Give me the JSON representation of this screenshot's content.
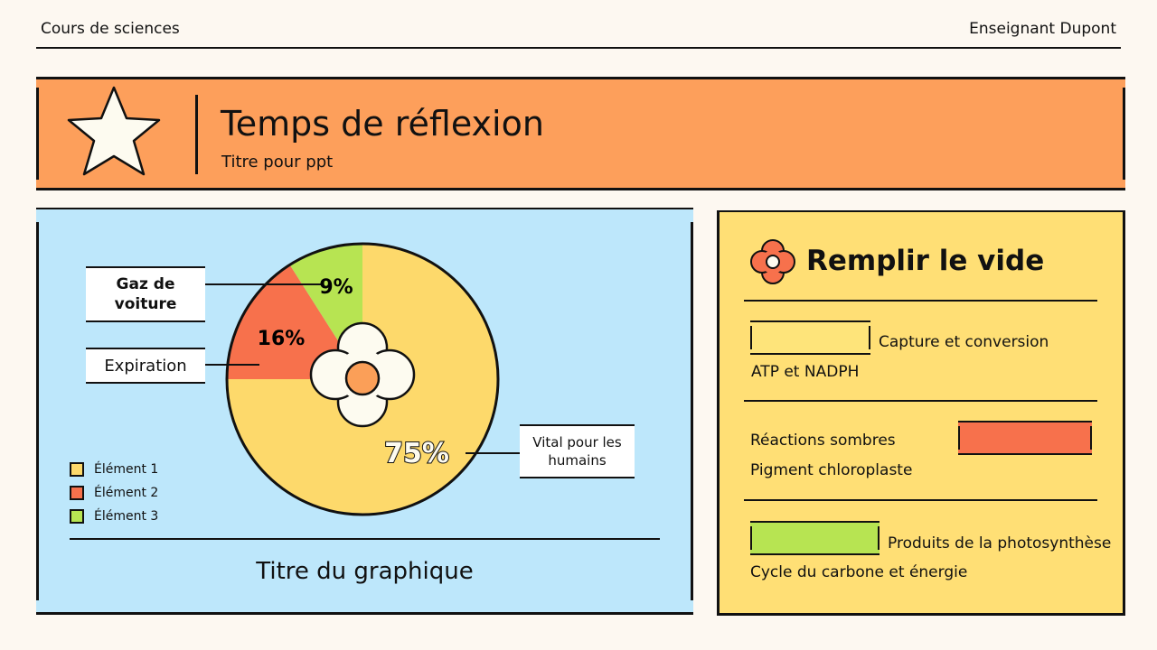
{
  "header": {
    "course": "Cours de sciences",
    "teacher": "Enseignant Dupont"
  },
  "banner": {
    "title": "Temps de réflexion",
    "subtitle": "Titre pour ppt",
    "icon": "star-icon"
  },
  "chart_data": {
    "type": "pie",
    "title": "Titre du graphique",
    "categories": [
      "Élément 1",
      "Élément 2",
      "Élément 3"
    ],
    "values": [
      75,
      16,
      9
    ],
    "value_labels": [
      "75%",
      "16%",
      "9%"
    ],
    "colors": [
      "#fdd96b",
      "#f7714c",
      "#b7e452"
    ],
    "callouts": [
      "Vital pour les humains",
      "Expiration",
      "Gaz de voiture"
    ],
    "legend_position": "bottom-left"
  },
  "fill_in": {
    "title": "Remplir le vide",
    "icon": "flower-icon",
    "rows": [
      {
        "text": "Capture et conversion",
        "subtext": "ATP et NADPH",
        "blank_color": "#fee47a"
      },
      {
        "text": "Réactions sombres",
        "subtext": "Pigment chloroplaste",
        "blank_color": "#f7714c"
      },
      {
        "text": "Produits de la photosynthèse",
        "subtext": "Cycle du carbone et énergie",
        "blank_color": "#b7e452"
      }
    ]
  }
}
